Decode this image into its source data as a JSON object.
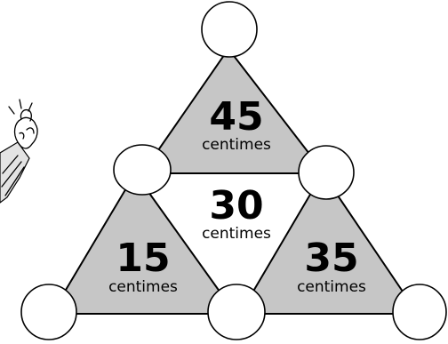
{
  "puzzle": {
    "triangles": [
      {
        "id": "top",
        "amount": "45",
        "unit": "centimes"
      },
      {
        "id": "left",
        "amount": "15",
        "unit": "centimes"
      },
      {
        "id": "right",
        "amount": "35",
        "unit": "centimes"
      }
    ],
    "center": {
      "amount": "30",
      "unit": "centimes"
    },
    "circles": [
      {
        "id": "apex",
        "value": ""
      },
      {
        "id": "upper-left",
        "value": ""
      },
      {
        "id": "upper-right",
        "value": ""
      },
      {
        "id": "bottom-left",
        "value": ""
      },
      {
        "id": "bottom-middle",
        "value": ""
      },
      {
        "id": "bottom-right",
        "value": ""
      }
    ]
  },
  "decorations": {
    "hand": "snapping-fingers-hand-icon"
  },
  "colors": {
    "triangle_fill": "#c6c6c6",
    "outline": "#000000",
    "background": "#ffffff"
  }
}
